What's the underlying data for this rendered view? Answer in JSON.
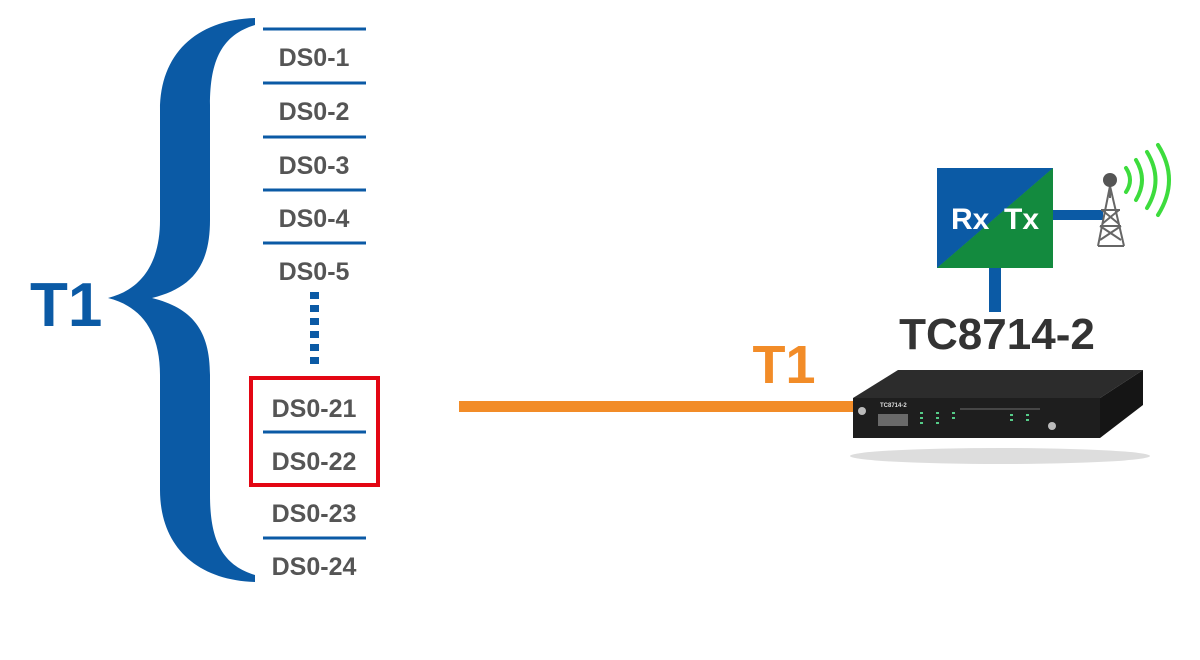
{
  "left_label": "T1",
  "channels_top": [
    "DS0-1",
    "DS0-2",
    "DS0-3",
    "DS0-4",
    "DS0-5"
  ],
  "channels_highlighted": [
    "DS0-21",
    "DS0-22"
  ],
  "channels_bottom": [
    "DS0-23",
    "DS0-24"
  ],
  "link_label": "T1",
  "device": {
    "name": "TC8714-2",
    "panel_text": "TC8714-2"
  },
  "radio": {
    "rx": "Rx",
    "tx": "Tx"
  },
  "colors": {
    "blue": "#0b5aa5",
    "orange": "#f28c28",
    "green": "#138a3e",
    "red": "#e30613",
    "text_gray": "#555555",
    "signal_green": "#3ddc3d",
    "device_dark": "#1e1e1e"
  }
}
